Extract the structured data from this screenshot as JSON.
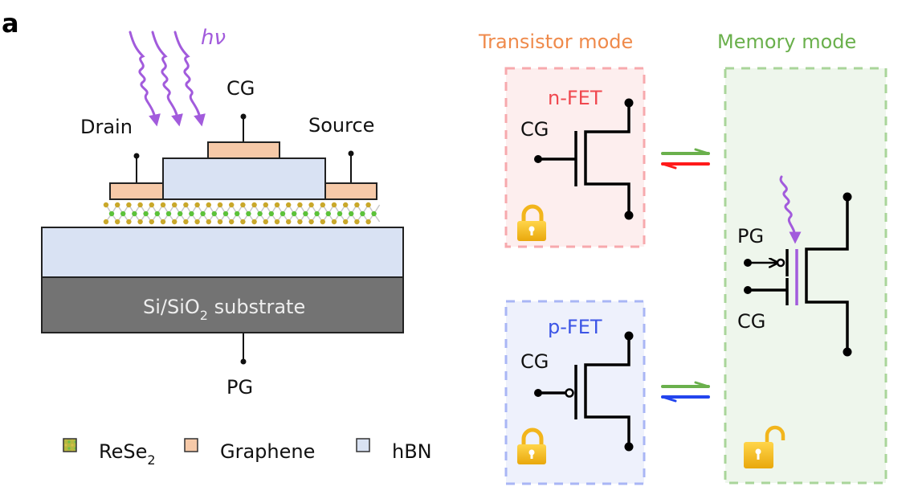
{
  "panel_label": "a",
  "device": {
    "photon_label": "hν",
    "terminals": {
      "control_gate": "CG",
      "drain": "Drain",
      "source": "Source",
      "programming_gate": "PG"
    },
    "substrate_label_main": "Si/SiO",
    "substrate_label_sub": "2",
    "substrate_label_tail": " substrate"
  },
  "legend": [
    {
      "name": "ReSe",
      "sub": "2",
      "color": "#9aa83a"
    },
    {
      "name": "Graphene",
      "sub": "",
      "color": "#f6c9a8"
    },
    {
      "name": "hBN",
      "sub": "",
      "color": "#d9e2f3"
    }
  ],
  "transistor_mode": {
    "title": "Transistor mode",
    "title_color": "#ef8a4b",
    "nfet": {
      "label": "n-FET",
      "label_color": "#f0484f",
      "gate_label": "CG",
      "box_border": "#f7a9ad",
      "box_fill": "#fdeeee",
      "lock": "locked"
    },
    "pfet": {
      "label": "p-FET",
      "label_color": "#3c55e6",
      "gate_label": "CG",
      "box_border": "#a9b6f5",
      "box_fill": "#eef1fc",
      "lock": "locked"
    }
  },
  "memory_mode": {
    "title": "Memory mode",
    "title_color": "#6ab04c",
    "pg_label": "PG",
    "cg_label": "CG",
    "box_border": "#a9d59a",
    "box_fill": "#eef6ec",
    "lock": "unlocked"
  },
  "arrows": {
    "forward_color": "#6ab04c",
    "nfet_return_color": "#ff1a1a",
    "pfet_return_color": "#2244ee"
  },
  "colors": {
    "photon": "#a25bdc",
    "graphene": "#f6c9a8",
    "hbn": "#d9e2f3",
    "substrate": "#737373",
    "lock_gold": "#f2b51c"
  }
}
